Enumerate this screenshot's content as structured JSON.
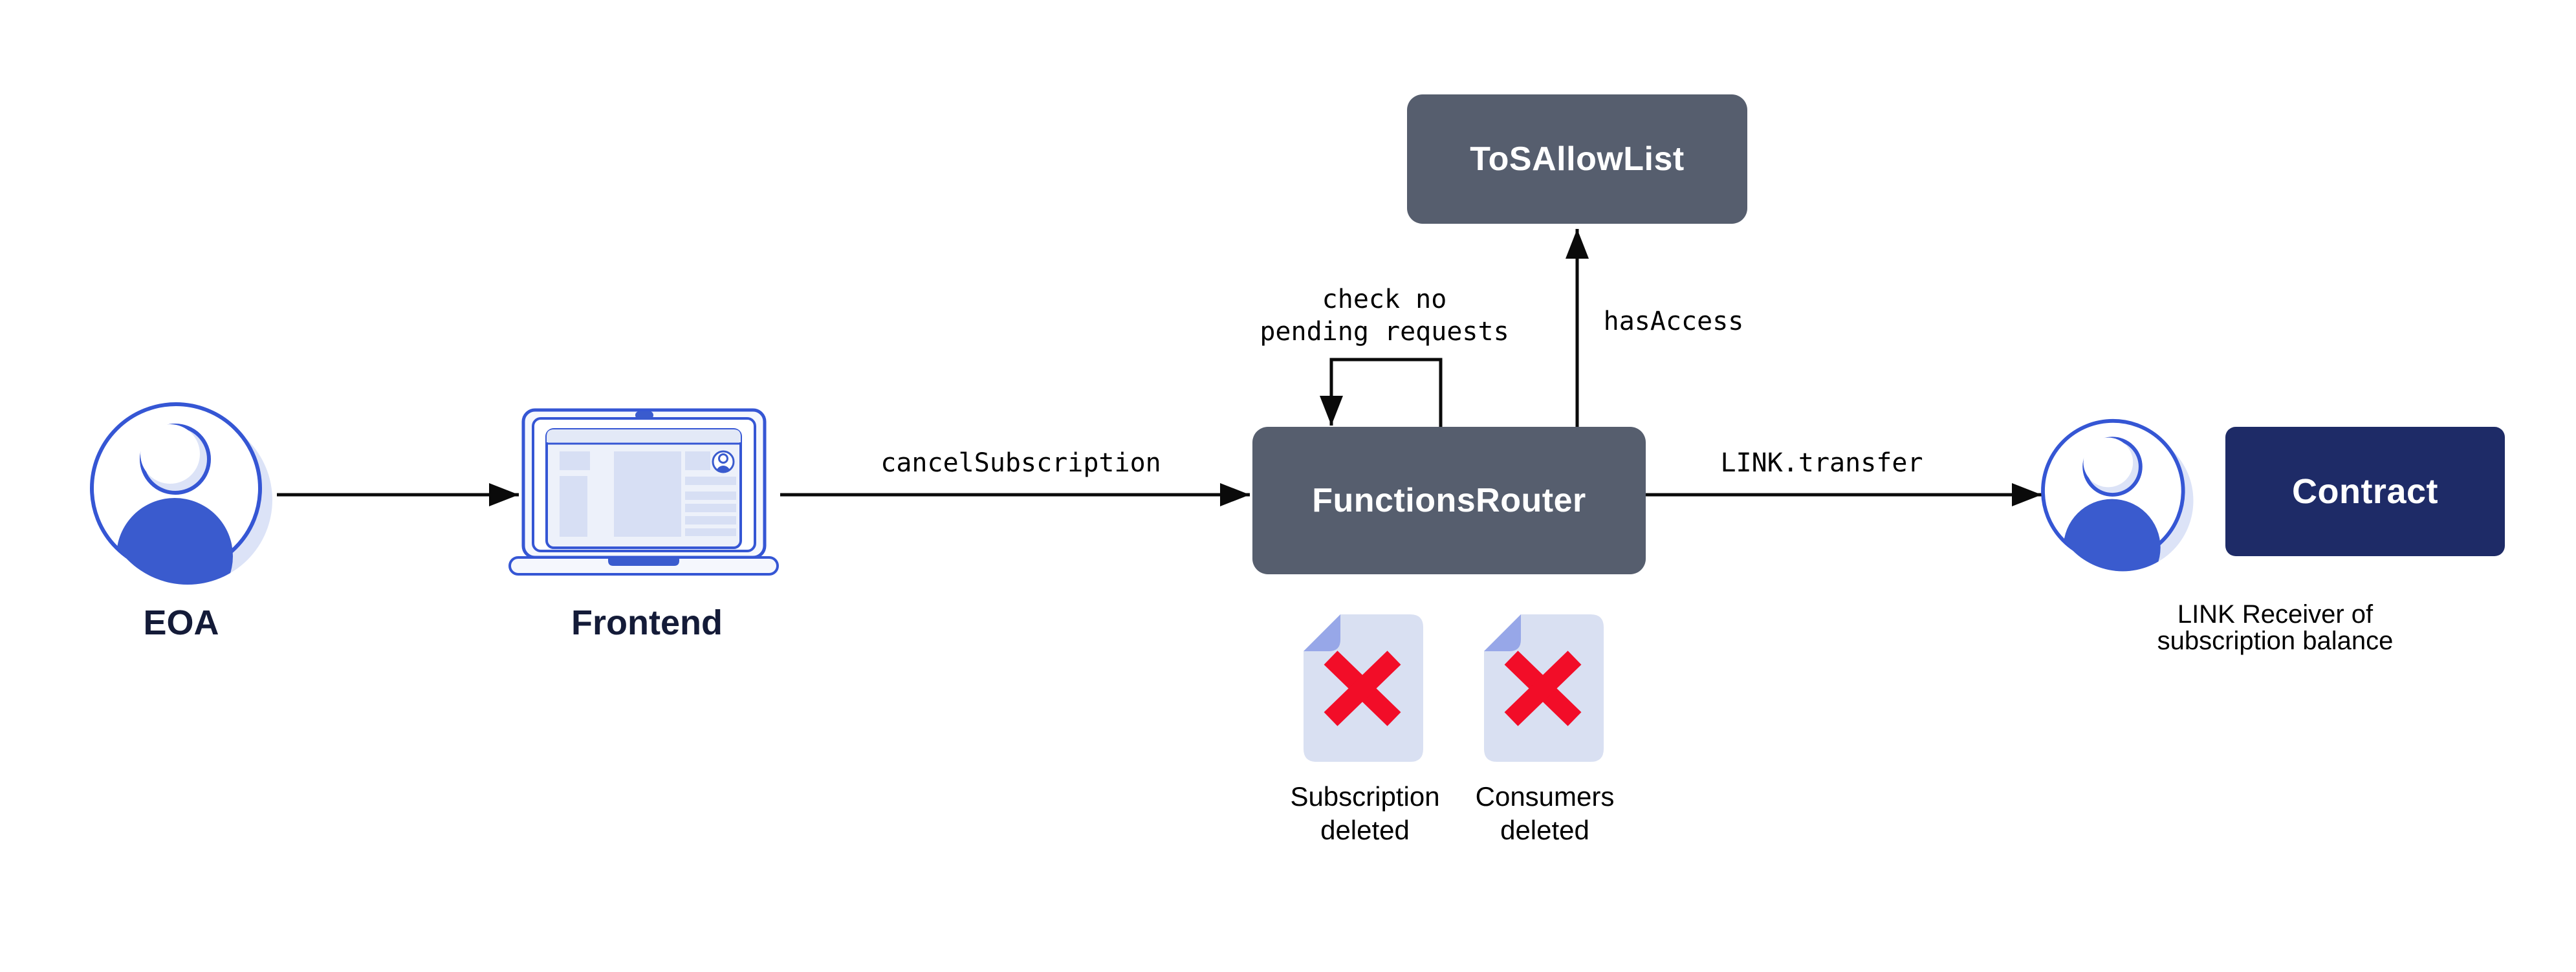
{
  "diagram": {
    "nodes": {
      "eoa": {
        "label": "EOA"
      },
      "frontend": {
        "label": "Frontend"
      },
      "functions_router": {
        "label": "FunctionsRouter"
      },
      "tos_allow_list": {
        "label": "ToSAllowList"
      },
      "contract": {
        "label": "Contract"
      }
    },
    "edges": {
      "frontend_to_router": {
        "label": "cancelSubscription"
      },
      "router_self_loop": {
        "line1": "check no",
        "line2": "pending requests"
      },
      "router_to_tos": {
        "label": "hasAccess"
      },
      "router_to_receiver": {
        "label": "LINK.transfer"
      }
    },
    "receiver_caption": {
      "line1": "LINK Receiver of",
      "line2": "subscription balance"
    },
    "artifacts": [
      {
        "line1": "Subscription",
        "line2": "deleted"
      },
      {
        "line1": "Consumers",
        "line2": "deleted"
      }
    ],
    "icons": [
      "person-icon",
      "laptop-icon",
      "document-deleted-icon",
      "red-x-icon"
    ],
    "colors": {
      "node_fill": "#565E6E",
      "contract_fill": "#1E2B67",
      "blue_stroke": "#3556D4",
      "blue_fill": "#3A5BCE",
      "light_blue_shadow": "#DCE3F7",
      "doc_fill": "#D9E0F2",
      "doc_fold": "#97A7E8",
      "red_x": "#F20D28",
      "label_dark": "#141B38",
      "arrow_black": "#0A0A0A",
      "background": "#FFFFFF"
    }
  }
}
